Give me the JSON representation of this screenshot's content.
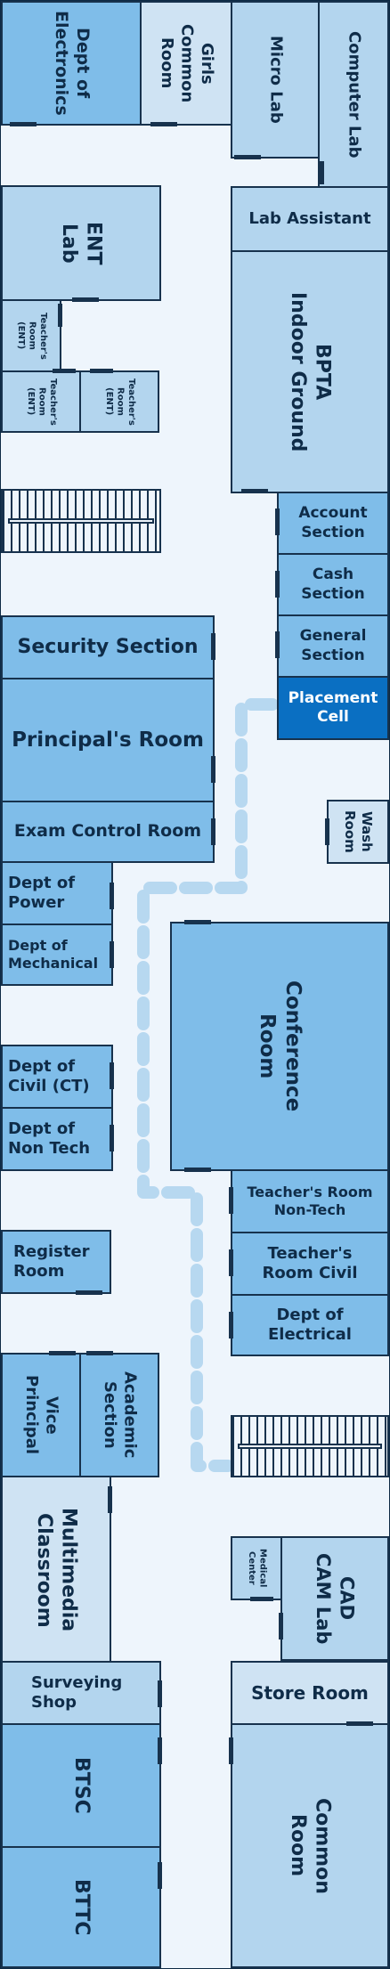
{
  "rooms": {
    "dept_electronics": "Dept of\nElectronics",
    "girls_common": "Girls\nCommon\nRoom",
    "micro_lab": "Micro Lab",
    "computer_lab": "Computer Lab",
    "ent_lab": "ENT\nLab",
    "lab_assistant": "Lab Assistant",
    "bpta": "BPTA\nIndoor Ground",
    "teachers_room_ent_1": "Teacher's\nRoom\n(ENT)",
    "teachers_room_ent_2": "Teacher's\nRoom\n(ENT)",
    "teachers_room_ent_3": "Teacher's\nRoom\n(ENT)",
    "account": "Account\nSection",
    "cash": "Cash\nSection",
    "general": "General\nSection",
    "security": "Security Section",
    "placement": "Placement\nCell",
    "principal": "Principal's Room",
    "exam_control": "Exam Control Room",
    "wash_room": "Wash\nRoom",
    "dept_power": "Dept of\nPower",
    "dept_mechanical": "Dept of\nMechanical",
    "conference": "Conference\nRoom",
    "dept_civil": "Dept of\nCivil (CT)",
    "dept_nontech": "Dept of\nNon Tech",
    "teachers_nontech": "Teacher's Room\nNon-Tech",
    "teachers_civil": "Teacher's\nRoom Civil",
    "dept_electrical": "Dept of\nElectrical",
    "register": "Register\nRoom",
    "vice_principal": "Vice\nPrincipal",
    "academic": "Academic\nSection",
    "multimedia": "Multimedia\nClassroom",
    "medical": "Medical\nCenter",
    "cadcam": "CAD\nCAM Lab",
    "surveying": "Surveying\nShop",
    "store": "Store Room",
    "btsc": "BTSC",
    "common": "Common\nRoom",
    "bttc": "BTTC"
  },
  "colors": {
    "background": "#0d2a45",
    "corridor": "#eef5fc",
    "room_mid": "#7fbde9",
    "room_light": "#b3d5ee",
    "room_pale": "#cfe3f3",
    "highlight": "#0a6fc2",
    "route": "#b7d8f0"
  },
  "route": {
    "destination": "placement"
  }
}
